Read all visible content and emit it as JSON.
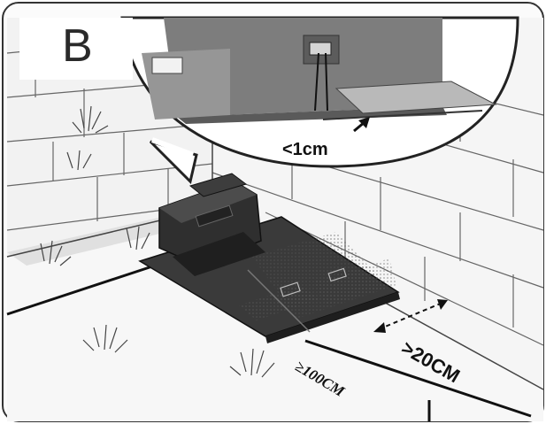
{
  "panel": {
    "letter": "B"
  },
  "callout": {
    "gap_label": "<1cm"
  },
  "clearances": {
    "side_label": ">20CM",
    "front_label": "≥100CM"
  },
  "icons": {
    "station": "charging-station-icon",
    "grass": "grass-tuft-icon"
  },
  "colors": {
    "wall_line": "#555555",
    "station_dark": "#2f2f2f",
    "ground": "#f4f4f4",
    "frame": "#333333"
  }
}
